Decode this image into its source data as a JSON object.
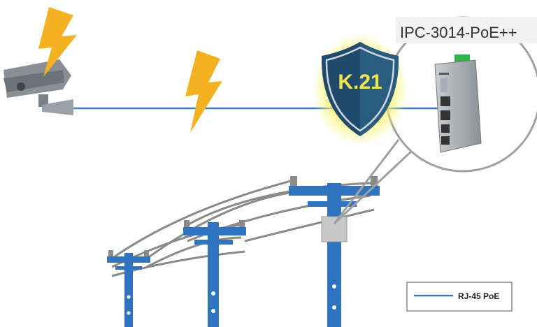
{
  "device": {
    "label": "IPC-3014-PoE++"
  },
  "shield": {
    "label": "K.21"
  },
  "legend": {
    "items": [
      {
        "label": "RJ-45 PoE",
        "color": "#3b7fc4"
      }
    ]
  },
  "colors": {
    "poe_line": "#3b7fc4",
    "pole": "#2e74c0",
    "shield": "#1f4a6b",
    "shield_text": "#f2e64a",
    "lightning": "#f4b222",
    "wire": "#8a8a8a"
  },
  "icons": [
    "surveillance-camera-icon",
    "lightning-icon",
    "shield-icon",
    "poe-switch-icon",
    "utility-pole-icon"
  ]
}
